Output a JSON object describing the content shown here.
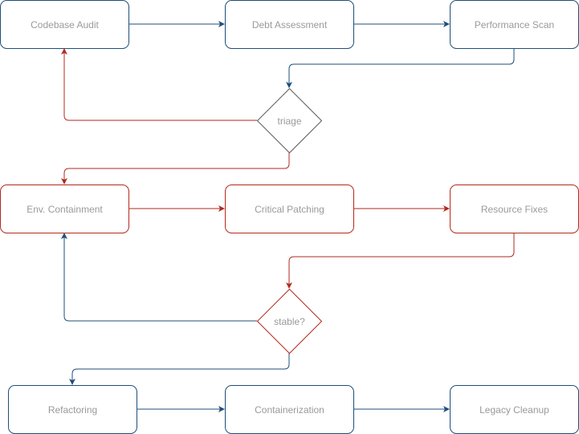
{
  "colors": {
    "blue": "#1f4e79",
    "red": "#b22a1f",
    "text": "#9a9a9a",
    "neutral": "#5a5a5a"
  },
  "nodes": {
    "codebase_audit": "Codebase Audit",
    "debt_assessment": "Debt Assessment",
    "performance_scan": "Performance Scan",
    "env_containment": "Env. Containment",
    "critical_patching": "Critical Patching",
    "resource_fixes": "Resource Fixes",
    "refactoring": "Refactoring",
    "containerization": "Containerization",
    "legacy_cleanup": "Legacy Cleanup"
  },
  "decisions": {
    "triage": "triage",
    "stable": "stable?"
  }
}
